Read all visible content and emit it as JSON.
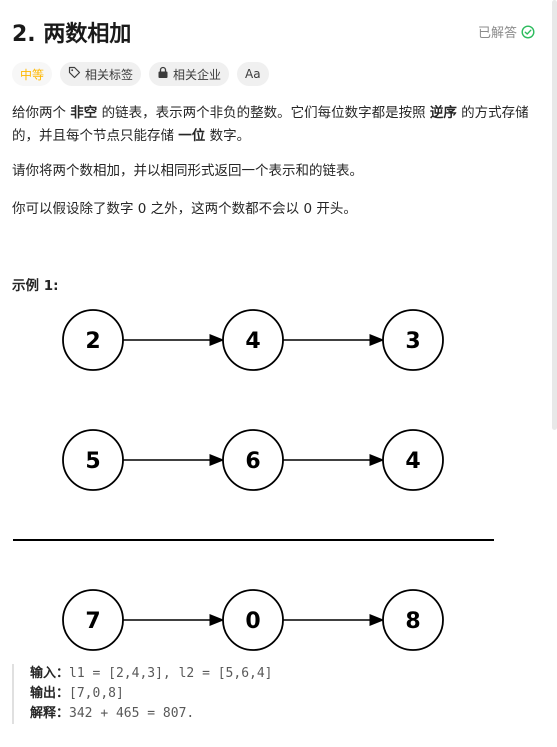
{
  "problem": {
    "title": "2. 两数相加",
    "status": "已解答"
  },
  "tags": {
    "difficulty": "中等",
    "related_tags": "相关标签",
    "related_companies": "相关企业",
    "font_toggle": "Aa"
  },
  "description": {
    "p1_a": "给你两个 ",
    "p1_b": "非空",
    "p1_c": " 的链表，表示两个非负的整数。它们每位数字都是按照 ",
    "p1_d": "逆序",
    "p1_e": " 的方式存储的，并且每个节点只能存储 ",
    "p1_f": "一位",
    "p1_g": " 数字。",
    "p2": "请你将两个数相加，并以相同形式返回一个表示和的链表。",
    "p3": "你可以假设除了数字 0 之外，这两个数都不会以 0 开头。"
  },
  "example": {
    "title": "示例 1:",
    "lists": [
      [
        "2",
        "4",
        "3"
      ],
      [
        "5",
        "6",
        "4"
      ],
      [
        "7",
        "0",
        "8"
      ]
    ],
    "input_label": "输入：",
    "input_value": "l1 = [2,4,3], l2 = [5,6,4]",
    "output_label": "输出：",
    "output_value": "[7,0,8]",
    "explain_label": "解释：",
    "explain_value": "342 + 465 = 807."
  },
  "colors": {
    "difficulty": "#ffb800",
    "solved_check": "#2cbb5d"
  }
}
